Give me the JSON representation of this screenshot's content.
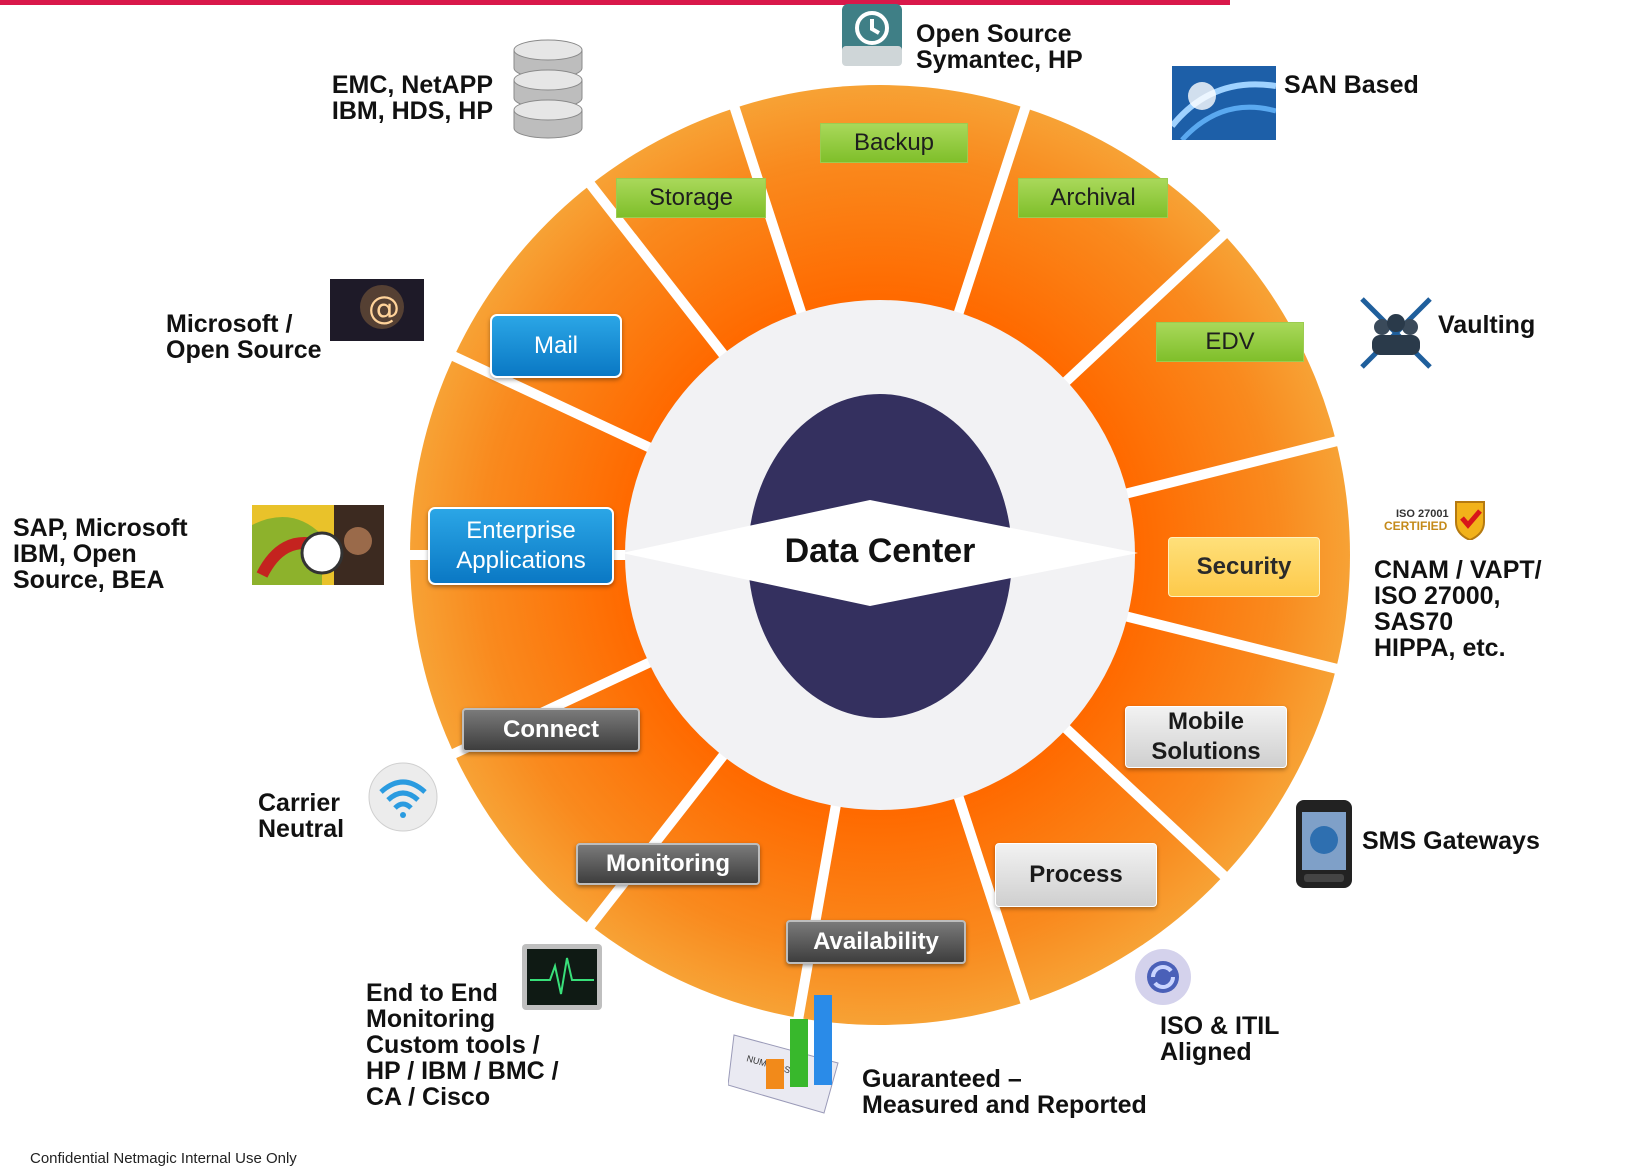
{
  "center_title": "Data Center",
  "footer": "Confidential Netmagic Internal Use Only",
  "segments": {
    "backup": "Backup",
    "storage": "Storage",
    "archival": "Archival",
    "edv": "EDV",
    "mail": "Mail",
    "enterprise_applications": "Enterprise\nApplications",
    "security": "Security",
    "mobile_solutions": "Mobile\nSolutions",
    "connect": "Connect",
    "process": "Process",
    "monitoring": "Monitoring",
    "availability": "Availability"
  },
  "labels": {
    "backup": "Open Source\nSymantec, HP",
    "storage": "EMC, NetAPP\nIBM, HDS, HP",
    "archival": "SAN Based",
    "edv": "Vaulting",
    "mail": "Microsoft /\nOpen Source",
    "enterprise_applications": "SAP, Microsoft\nIBM, Open\nSource, BEA",
    "security": "CNAM / VAPT/\nISO 27000,\nSAS70\nHIPPA, etc.",
    "mobile_solutions": "SMS  Gateways",
    "connect": "Carrier\nNeutral",
    "process": "ISO & ITIL\nAligned",
    "monitoring": "End to End\nMonitoring\nCustom tools /\nHP / IBM / BMC /\nCA / Cisco",
    "availability": "Guaranteed –\nMeasured and Reported"
  },
  "icon_text": {
    "iso_badge_top": "ISO 27001",
    "iso_badge_bottom": "CERTIFIED",
    "numbers": "NUMBERS"
  },
  "icons": [
    "database-icon",
    "backup-drive-icon",
    "san-network-icon",
    "vaulting-people-icon",
    "mail-at-icon",
    "enterprise-chart-icon",
    "iso-certified-icon",
    "smartphone-icon",
    "wifi-icon",
    "iso-cycle-icon",
    "monitor-heartbeat-icon",
    "bar-chart-icon"
  ],
  "colors": {
    "ring_orange": "#f57a10",
    "center_navy": "#34305f",
    "accent_red": "#d9184a"
  }
}
